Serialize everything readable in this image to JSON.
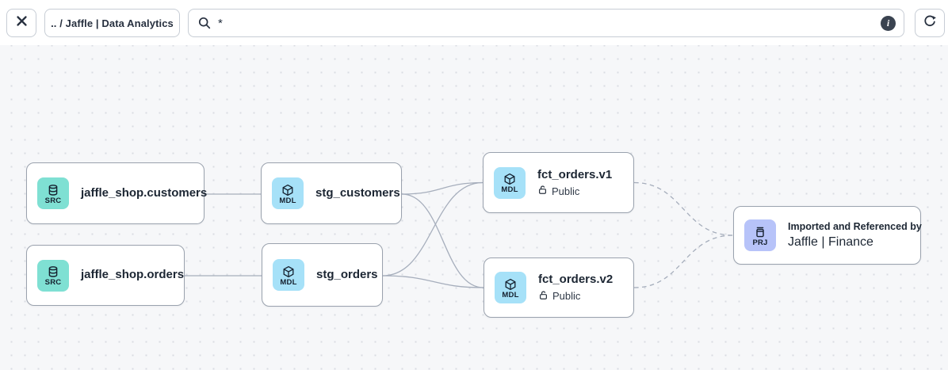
{
  "topbar": {
    "breadcrumb": ".. / Jaffle | Data Analytics",
    "search": {
      "value": "*",
      "placeholder": ""
    },
    "info_glyph": "i"
  },
  "graph": {
    "nodes": [
      {
        "id": "jaffle_shop.customers",
        "kind": "source",
        "badge": "SRC",
        "title": "jaffle_shop.customers"
      },
      {
        "id": "jaffle_shop.orders",
        "kind": "source",
        "badge": "SRC",
        "title": "jaffle_shop.orders"
      },
      {
        "id": "stg_customers",
        "kind": "model",
        "badge": "MDL",
        "title": "stg_customers"
      },
      {
        "id": "stg_orders",
        "kind": "model",
        "badge": "MDL",
        "title": "stg_orders"
      },
      {
        "id": "fct_orders.v1",
        "kind": "model",
        "badge": "MDL",
        "title": "fct_orders.v1",
        "access": "Public"
      },
      {
        "id": "fct_orders.v2",
        "kind": "model",
        "badge": "MDL",
        "title": "fct_orders.v2",
        "access": "Public"
      },
      {
        "id": "jaffle_finance",
        "kind": "project",
        "badge": "PRJ",
        "subtitle": "Imported and Referenced by",
        "title": "Jaffle | Finance"
      }
    ],
    "edges": [
      {
        "from": "jaffle_shop.customers",
        "to": "stg_customers",
        "style": "solid"
      },
      {
        "from": "jaffle_shop.orders",
        "to": "stg_orders",
        "style": "solid"
      },
      {
        "from": "stg_customers",
        "to": "fct_orders.v1",
        "style": "solid"
      },
      {
        "from": "stg_customers",
        "to": "fct_orders.v2",
        "style": "solid"
      },
      {
        "from": "stg_orders",
        "to": "fct_orders.v1",
        "style": "solid"
      },
      {
        "from": "stg_orders",
        "to": "fct_orders.v2",
        "style": "solid"
      },
      {
        "from": "fct_orders.v1",
        "to": "jaffle_finance",
        "style": "dashed"
      },
      {
        "from": "fct_orders.v2",
        "to": "jaffle_finance",
        "style": "dashed"
      }
    ]
  },
  "colors": {
    "source_badge_bg": "#7fe0d3",
    "model_badge_bg": "#a6e1f8",
    "project_badge_bg": "#b7c3f9",
    "edge": "#a6aebc",
    "canvas_bg": "#f6f7f9",
    "card_border": "#9aa2ae",
    "toolbar_icon": "#27303f",
    "info_badge_bg": "#3a4350"
  }
}
